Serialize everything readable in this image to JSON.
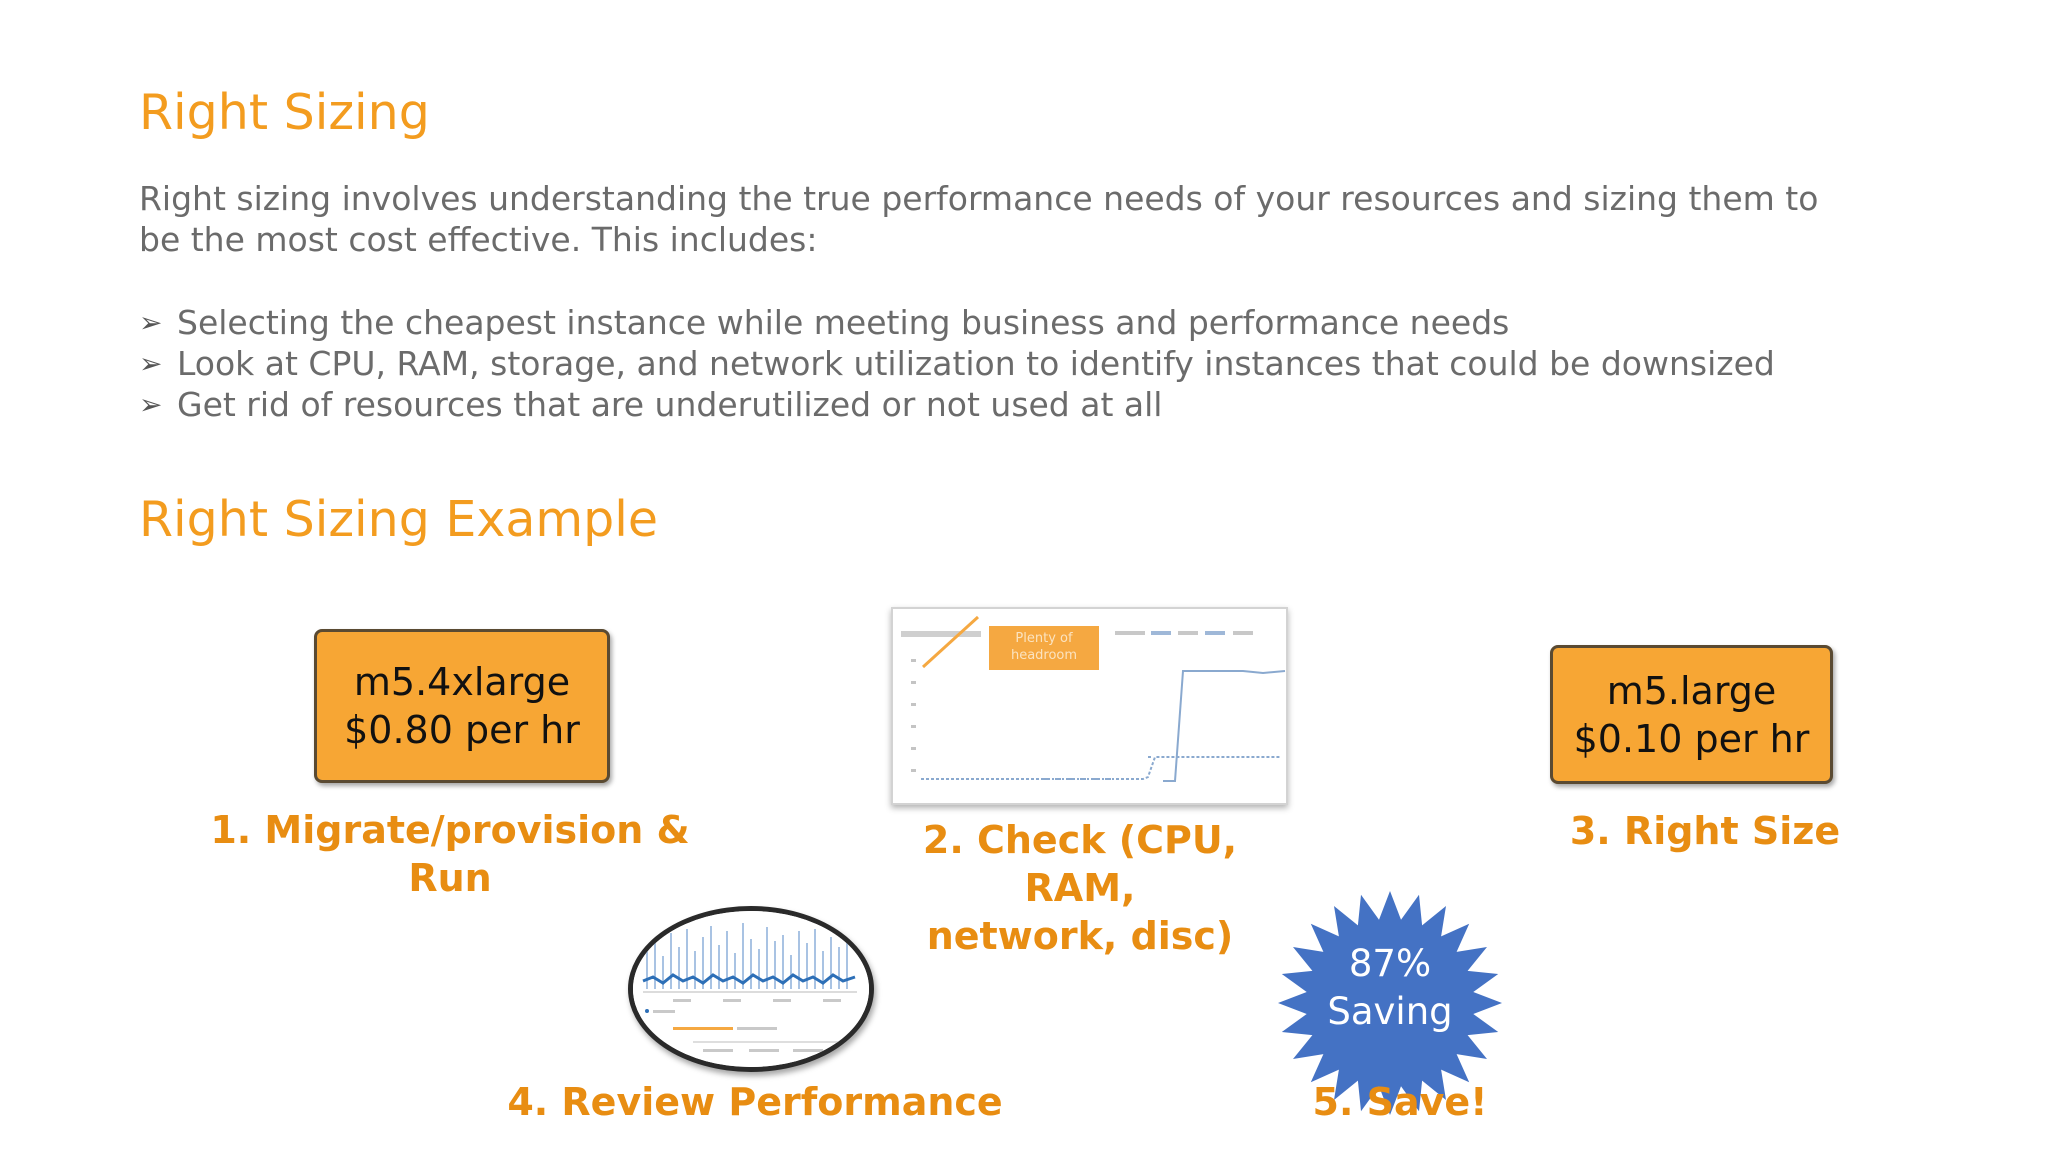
{
  "slide": {
    "title": "Right Sizing",
    "intro": "Right sizing involves understanding the true performance needs of your resources and sizing them to be the most cost effective.  This includes:",
    "bullets": [
      "Selecting the cheapest instance while meeting business  and performance needs",
      "Look at CPU, RAM, storage, and network utilization to identify instances that could be downsized",
      "Get rid of resources that are underutilized or not used at all"
    ],
    "example_title": "Right Sizing Example"
  },
  "example": {
    "box1": {
      "line1": "m5.4xlarge",
      "line2": "$0.80 per hr"
    },
    "box3": {
      "line1": "m5.large",
      "line2": "$0.10 per hr"
    },
    "chart_callout": "Plenty of headroom",
    "savings": {
      "percent": "87%",
      "label": "Saving"
    },
    "steps": {
      "s1a": "1. Migrate/provision &",
      "s1b": "Run",
      "s2a": "2. Check (CPU, RAM,",
      "s2b": "network, disc)",
      "s3": "3. Right Size",
      "s4": "4. Review Performance",
      "s5": "5. Save!"
    }
  },
  "colors": {
    "accent": "#f39c1f",
    "box_fill": "#f7a634",
    "starburst": "#4472c4",
    "body_text": "#6b6b6b"
  },
  "icons": [
    "bullet-arrow-icon",
    "starburst-icon"
  ]
}
